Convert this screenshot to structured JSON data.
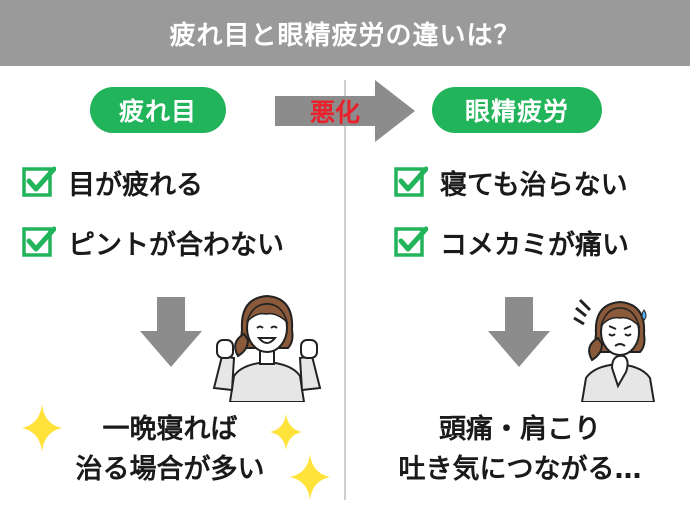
{
  "title": "疲れ目と眼精疲労の違いは？",
  "left": {
    "heading": "疲れ目",
    "checks": [
      "目が疲れる",
      "ピントが合わない"
    ],
    "result_line1": "一晩寝れば",
    "result_line2": "治る場合が多い"
  },
  "arrow_label": "悪化",
  "right": {
    "heading": "眼精疲労",
    "checks": [
      "寝ても治らない",
      "コメカミが痛い"
    ],
    "result_line1": "頭痛・肩こり",
    "result_line2": "吐き気につながる…"
  },
  "colors": {
    "header_bg": "#9a9a9a",
    "pill_green": "#22b45a",
    "check_green": "#22b45a",
    "arrow_gray": "#8c8c8c",
    "accent_red": "#e8212a",
    "sparkle_yellow": "#ffe23a"
  }
}
